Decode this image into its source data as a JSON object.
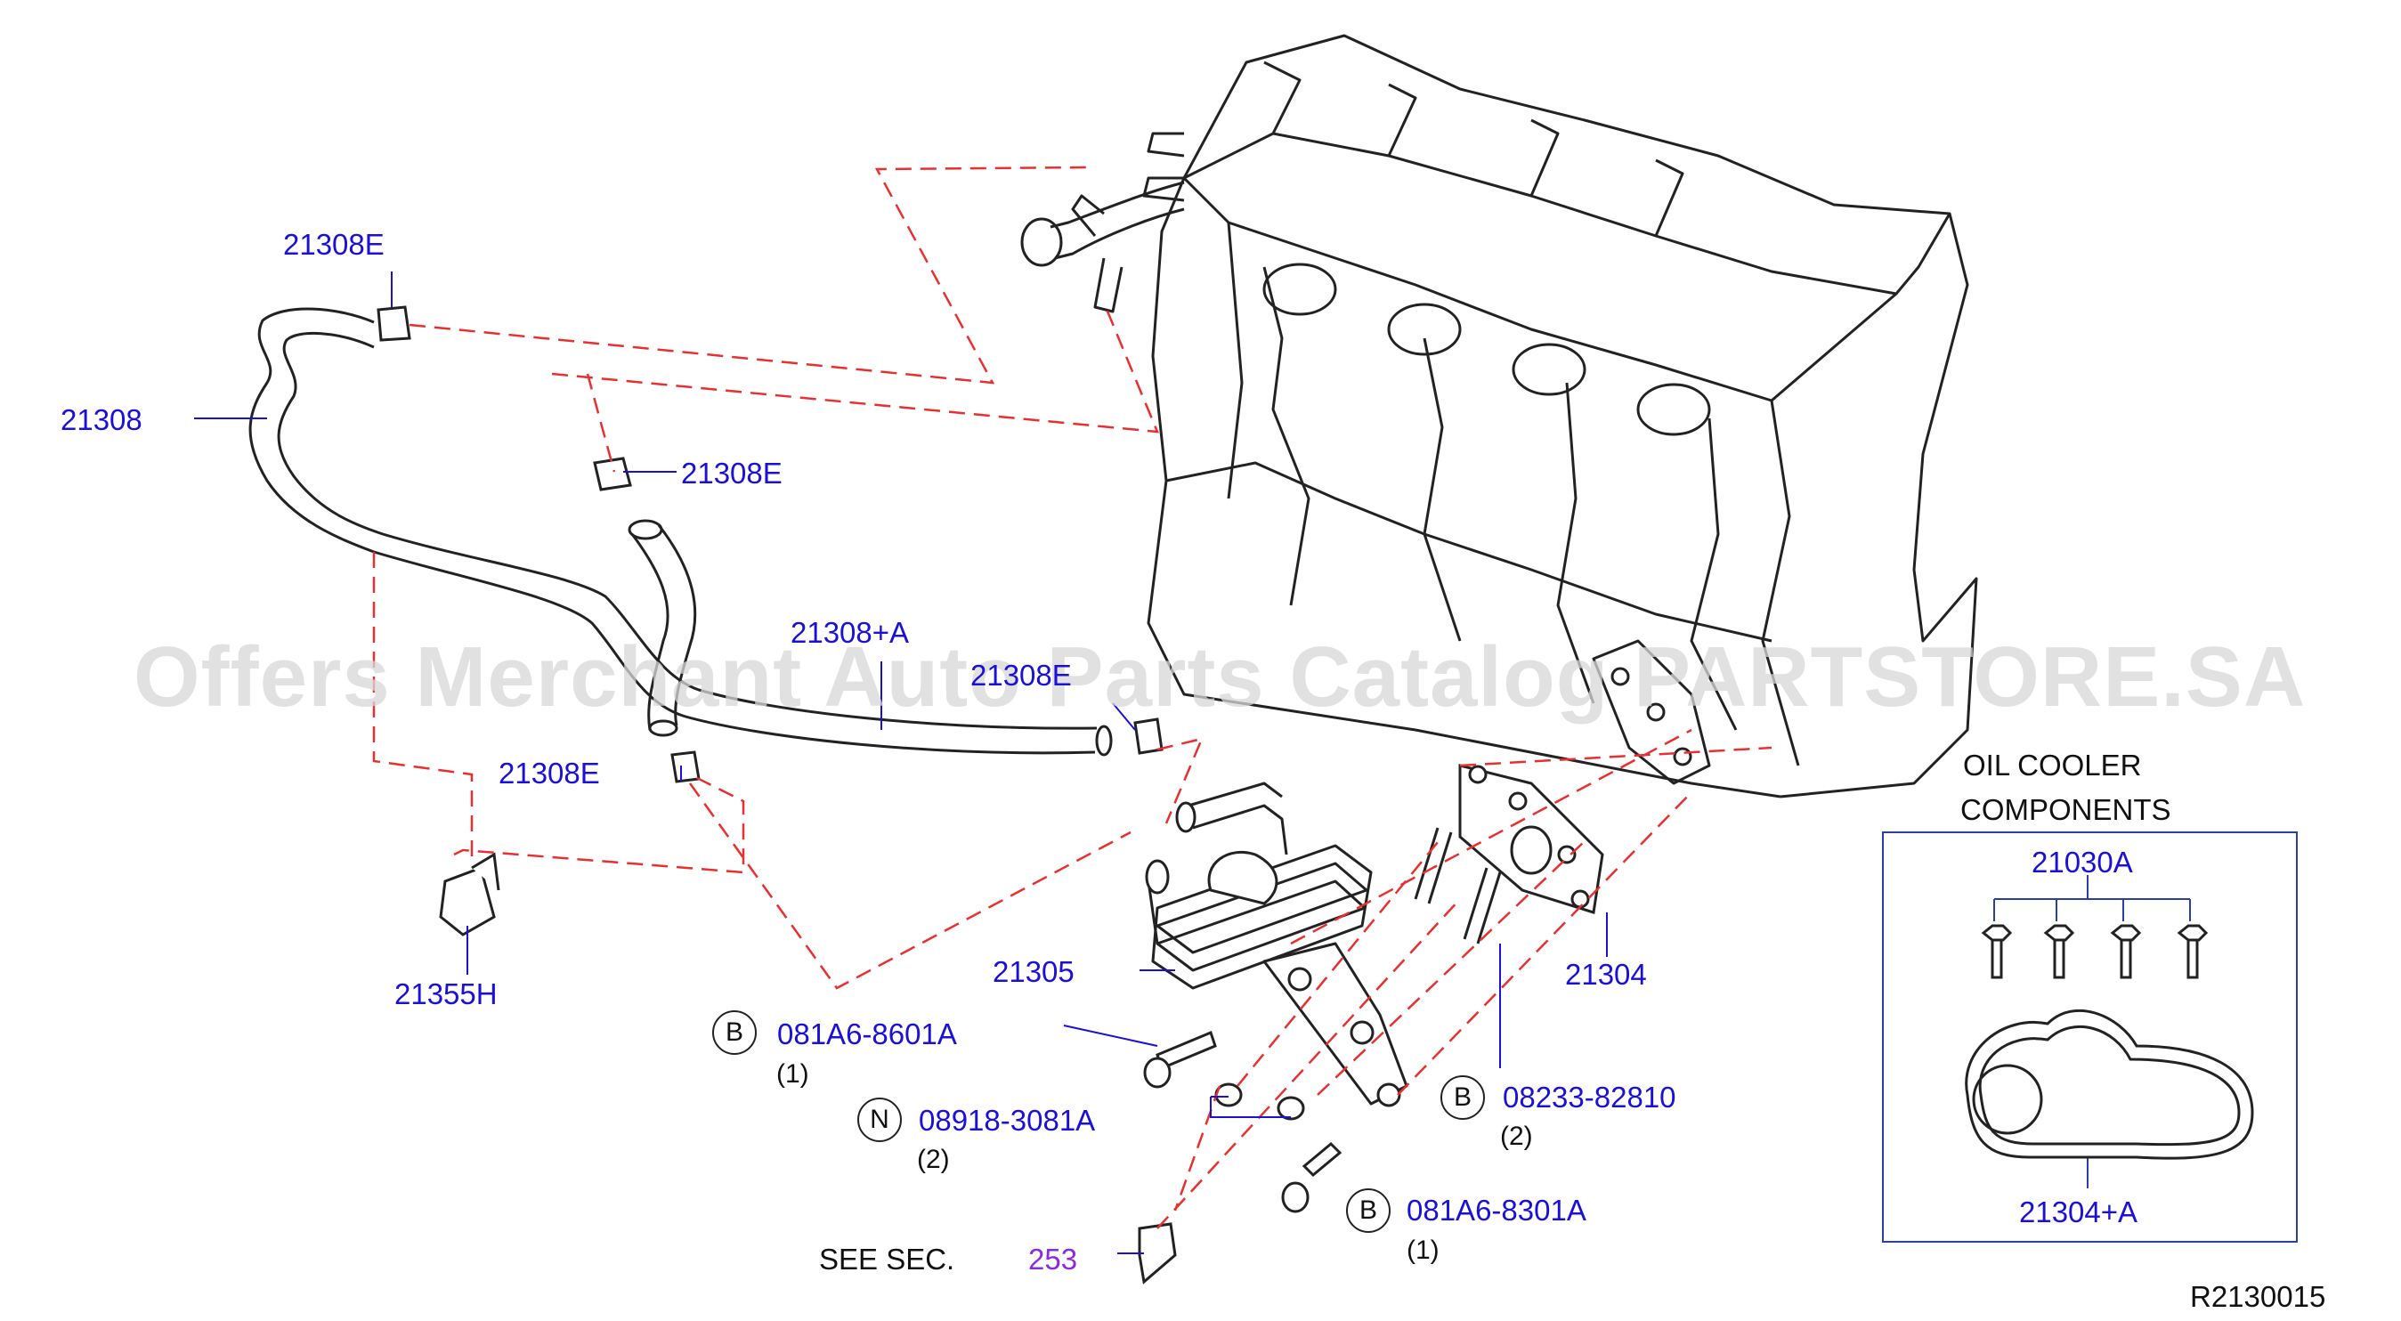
{
  "colors": {
    "part_label": "#1a10d8",
    "leader_dash": "#e83030",
    "outline": "#222222",
    "section_ref": "#8a2be2",
    "watermark": "#d8d8d8"
  },
  "watermark": "Offers Merchant Auto Parts Catalog PARTSTORE.SA",
  "diagram_id": "R2130015",
  "labels": {
    "hose_clamp_top": "21308E",
    "hose_main": "21308",
    "hose_clamp_mid": "21308E",
    "hose_a": "21308+A",
    "hose_clamp_right": "21308E",
    "hose_clamp_low": "21308E",
    "clip": "21355H",
    "oil_cooler": "21305",
    "gasket": "21304"
  },
  "fasteners": [
    {
      "symbol": "B",
      "part": "081A6-8601A",
      "qty": "(1)"
    },
    {
      "symbol": "N",
      "part": "08918-3081A",
      "qty": "(2)"
    },
    {
      "symbol": "B",
      "part": "08233-82810",
      "qty": "(2)"
    },
    {
      "symbol": "B",
      "part": "081A6-8301A",
      "qty": "(1)"
    }
  ],
  "see_section": {
    "text": "SEE   SEC.",
    "number": "253"
  },
  "inset": {
    "title_line1": "OIL   COOLER",
    "title_line2": "COMPONENTS",
    "bolt_label": "21030A",
    "gasket_label": "21304+A"
  }
}
